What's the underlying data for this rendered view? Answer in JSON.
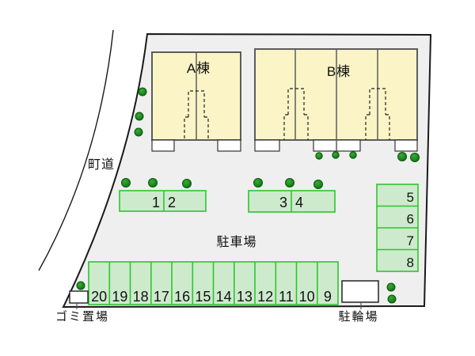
{
  "plan": {
    "type": "apartment-site-plan"
  },
  "labels": {
    "road": "町道",
    "parking_lot": "駐車場",
    "garbage_area": "ゴミ置場",
    "bicycle_parking": "駐輪場"
  },
  "buildings": {
    "a": {
      "label": "A棟",
      "units": 2
    },
    "b": {
      "label": "B棟",
      "units": 4
    }
  },
  "parking": {
    "group_a": [
      "1",
      "2"
    ],
    "group_b": [
      "3",
      "4"
    ],
    "right_column": [
      "5",
      "6",
      "7",
      "8"
    ],
    "bottom_row": [
      "20",
      "19",
      "18",
      "17",
      "16",
      "15",
      "14",
      "13",
      "12",
      "11",
      "10",
      "9"
    ],
    "total_stalls": 20
  },
  "icons": {
    "tree": "filled-green-circle"
  },
  "colors": {
    "site_fill": "#efefef",
    "site_border": "#1a1a1a",
    "building_fill": "#faf4c6",
    "building_border": "#5c5c5c",
    "stall_fill": "#cdeacd",
    "stall_border": "#2fc42f",
    "tree_green": "#1e8c1e",
    "structure_fill": "#ffffff",
    "text": "#111111"
  }
}
